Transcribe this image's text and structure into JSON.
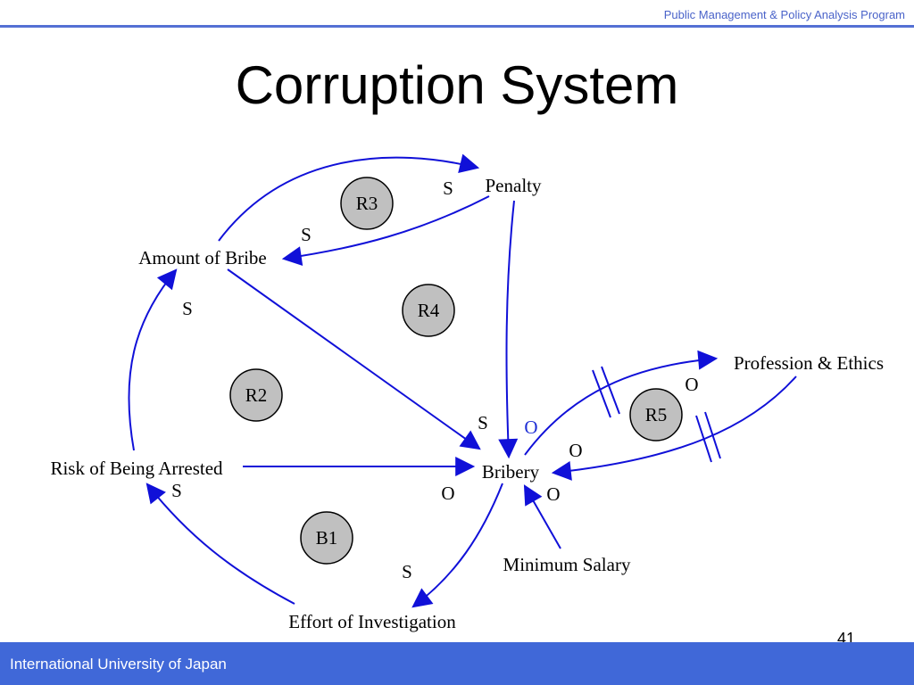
{
  "header": {
    "program": "Public Management & Policy Analysis Program"
  },
  "title": "Corruption System",
  "nodes": {
    "penalty": "Penalty",
    "amount_of_bribe": "Amount of Bribe",
    "risk_of_being_arrested": "Risk of Being Arrested",
    "bribery": "Bribery",
    "profession_ethics": "Profession & Ethics",
    "minimum_salary": "Minimum Salary",
    "effort_of_investigation": "Effort of Investigation"
  },
  "loops": {
    "r3": "R3",
    "r4": "R4",
    "r2": "R2",
    "r5": "R5",
    "b1": "B1"
  },
  "polarities": {
    "bribe_to_penalty": "S",
    "penalty_to_bribe": "S",
    "risk_to_bribe": "S",
    "to_bribery_s": "S",
    "bribery_to_ethics": "O",
    "ethics_to_bribery_top": "O",
    "ethics_to_bribery": "O",
    "salary_to_bribery": "O",
    "risk_to_bribery": "O",
    "effort_to_risk": "S",
    "bribery_to_effort": "S"
  },
  "colors": {
    "link": "#1010d8",
    "loop_fill": "#c0c0c0",
    "accent": "#4068d8"
  },
  "page_number": "41",
  "footer": {
    "institution": "International University of Japan"
  }
}
